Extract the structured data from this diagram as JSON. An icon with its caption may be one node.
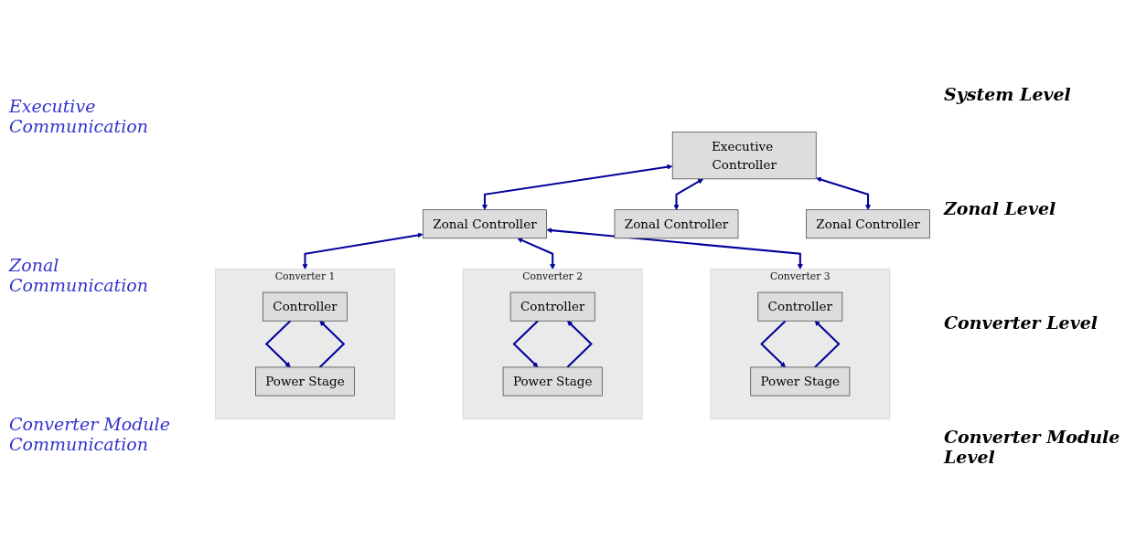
{
  "diagram": {
    "nodes": [
      {
        "text": [
          "Executive Controller"
        ]
      },
      {
        "text": [
          "Zonal Controller"
        ]
      },
      {
        "text": [
          "Zonal Controller"
        ]
      },
      {
        "text": [
          "Zonal Controller"
        ]
      },
      {
        "text": [
          "Converter 1"
        ]
      },
      {
        "text": [
          "Controller"
        ],
        "in": 4
      },
      {
        "text": [
          "Power Stage"
        ],
        "in": 4
      },
      {
        "text": [
          "Converter 2"
        ]
      },
      {
        "text": [
          "Controller"
        ],
        "in": 7
      },
      {
        "text": [
          "Power Stage"
        ],
        "in": 7
      },
      {
        "text": [
          "Converter 3"
        ]
      },
      {
        "text": [
          "Controller"
        ],
        "in": 10
      },
      {
        "text": [
          "Power Stage"
        ],
        "in": 10
      }
    ],
    "edges": [
      {
        "from": 0,
        "to": 1,
        "arrow": "both"
      },
      {
        "from": 0,
        "to": 2,
        "arrow": "both"
      },
      {
        "from": 0,
        "to": 3,
        "arrow": "both"
      },
      {
        "from": 1,
        "to": 4,
        "arrow": "both"
      },
      {
        "from": 1,
        "to": 7,
        "arrow": "both"
      },
      {
        "from": 1,
        "to": 10,
        "arrow": "both"
      },
      {
        "from": 5,
        "to": 6,
        "arrow": "to"
      },
      {
        "from": 6,
        "to": 5,
        "arrow": "to"
      },
      {
        "from": 8,
        "to": 9,
        "arrow": "to"
      },
      {
        "from": 9,
        "to": 8,
        "arrow": "to"
      },
      {
        "from": 11,
        "to": 12,
        "arrow": "to"
      },
      {
        "from": 12,
        "to": 11,
        "arrow": "to"
      }
    ],
    "labels": [
      "System Level",
      "Executive Communication",
      "Zonal Level",
      "Zonal Communication",
      "Converter Level",
      "Converter Module Communication",
      "Converter Module Level"
    ]
  }
}
